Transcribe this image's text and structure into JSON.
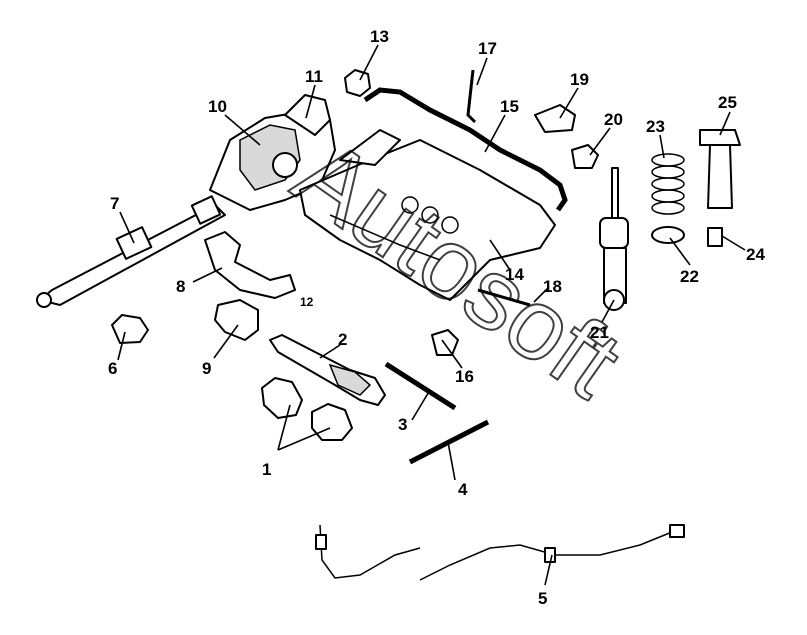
{
  "callouts": {
    "c1": "1",
    "c2": "2",
    "c3": "3",
    "c4": "4",
    "c5": "5",
    "c6": "6",
    "c7": "7",
    "c8": "8",
    "c9": "9",
    "c10": "10",
    "c11": "11",
    "c12": "12",
    "c13": "13",
    "c14": "14",
    "c15": "15",
    "c16": "16",
    "c17": "17",
    "c18": "18",
    "c19": "19",
    "c20": "20",
    "c21": "21",
    "c22": "22",
    "c23": "23",
    "c24": "24",
    "c25": "25"
  },
  "watermark": {
    "text": "Autosoft"
  }
}
